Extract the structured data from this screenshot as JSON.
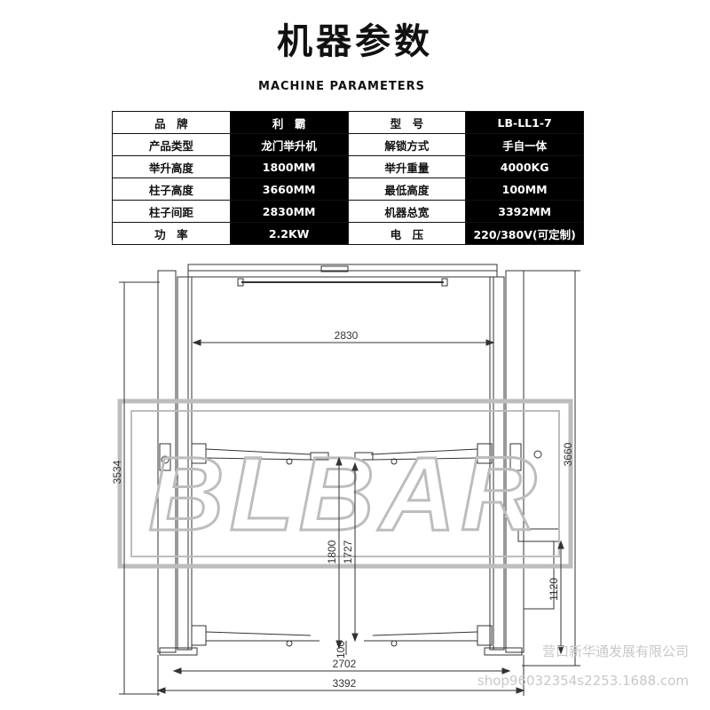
{
  "title": "机器参数",
  "subtitle": "MACHINE PARAMETERS",
  "params": [
    {
      "label": "品　牌",
      "value": "利　霸",
      "label2": "型　号",
      "value2": "LB-LL1-7"
    },
    {
      "label": "产品类型",
      "value": "龙门举升机",
      "label2": "解锁方式",
      "value2": "手自一体"
    },
    {
      "label": "举升高度",
      "value": "1800MM",
      "label2": "举升重量",
      "value2": "4000KG"
    },
    {
      "label": "柱子高度",
      "value": "3660MM",
      "label2": "最低高度",
      "value2": "100MM"
    },
    {
      "label": "柱子间距",
      "value": "2830MM",
      "label2": "机器总宽",
      "value2": "3392MM"
    },
    {
      "label": "功　率",
      "value": "2.2KW",
      "label2": "电　压",
      "value2": "220/380V(可定制)"
    }
  ],
  "drawing": {
    "dims": {
      "column_spacing": "2830",
      "total_height_left": "3534",
      "column_height": "3660",
      "lift_height": "1800",
      "height_1727": "1727",
      "min_height": "100",
      "motor_height": "1120",
      "base_width": "2702",
      "total_width": "3392"
    },
    "logo_text": "BLBAR"
  },
  "watermark": {
    "company": "营口新华通发展有限公司",
    "shop": "shop96032354s2253.1688.com"
  }
}
